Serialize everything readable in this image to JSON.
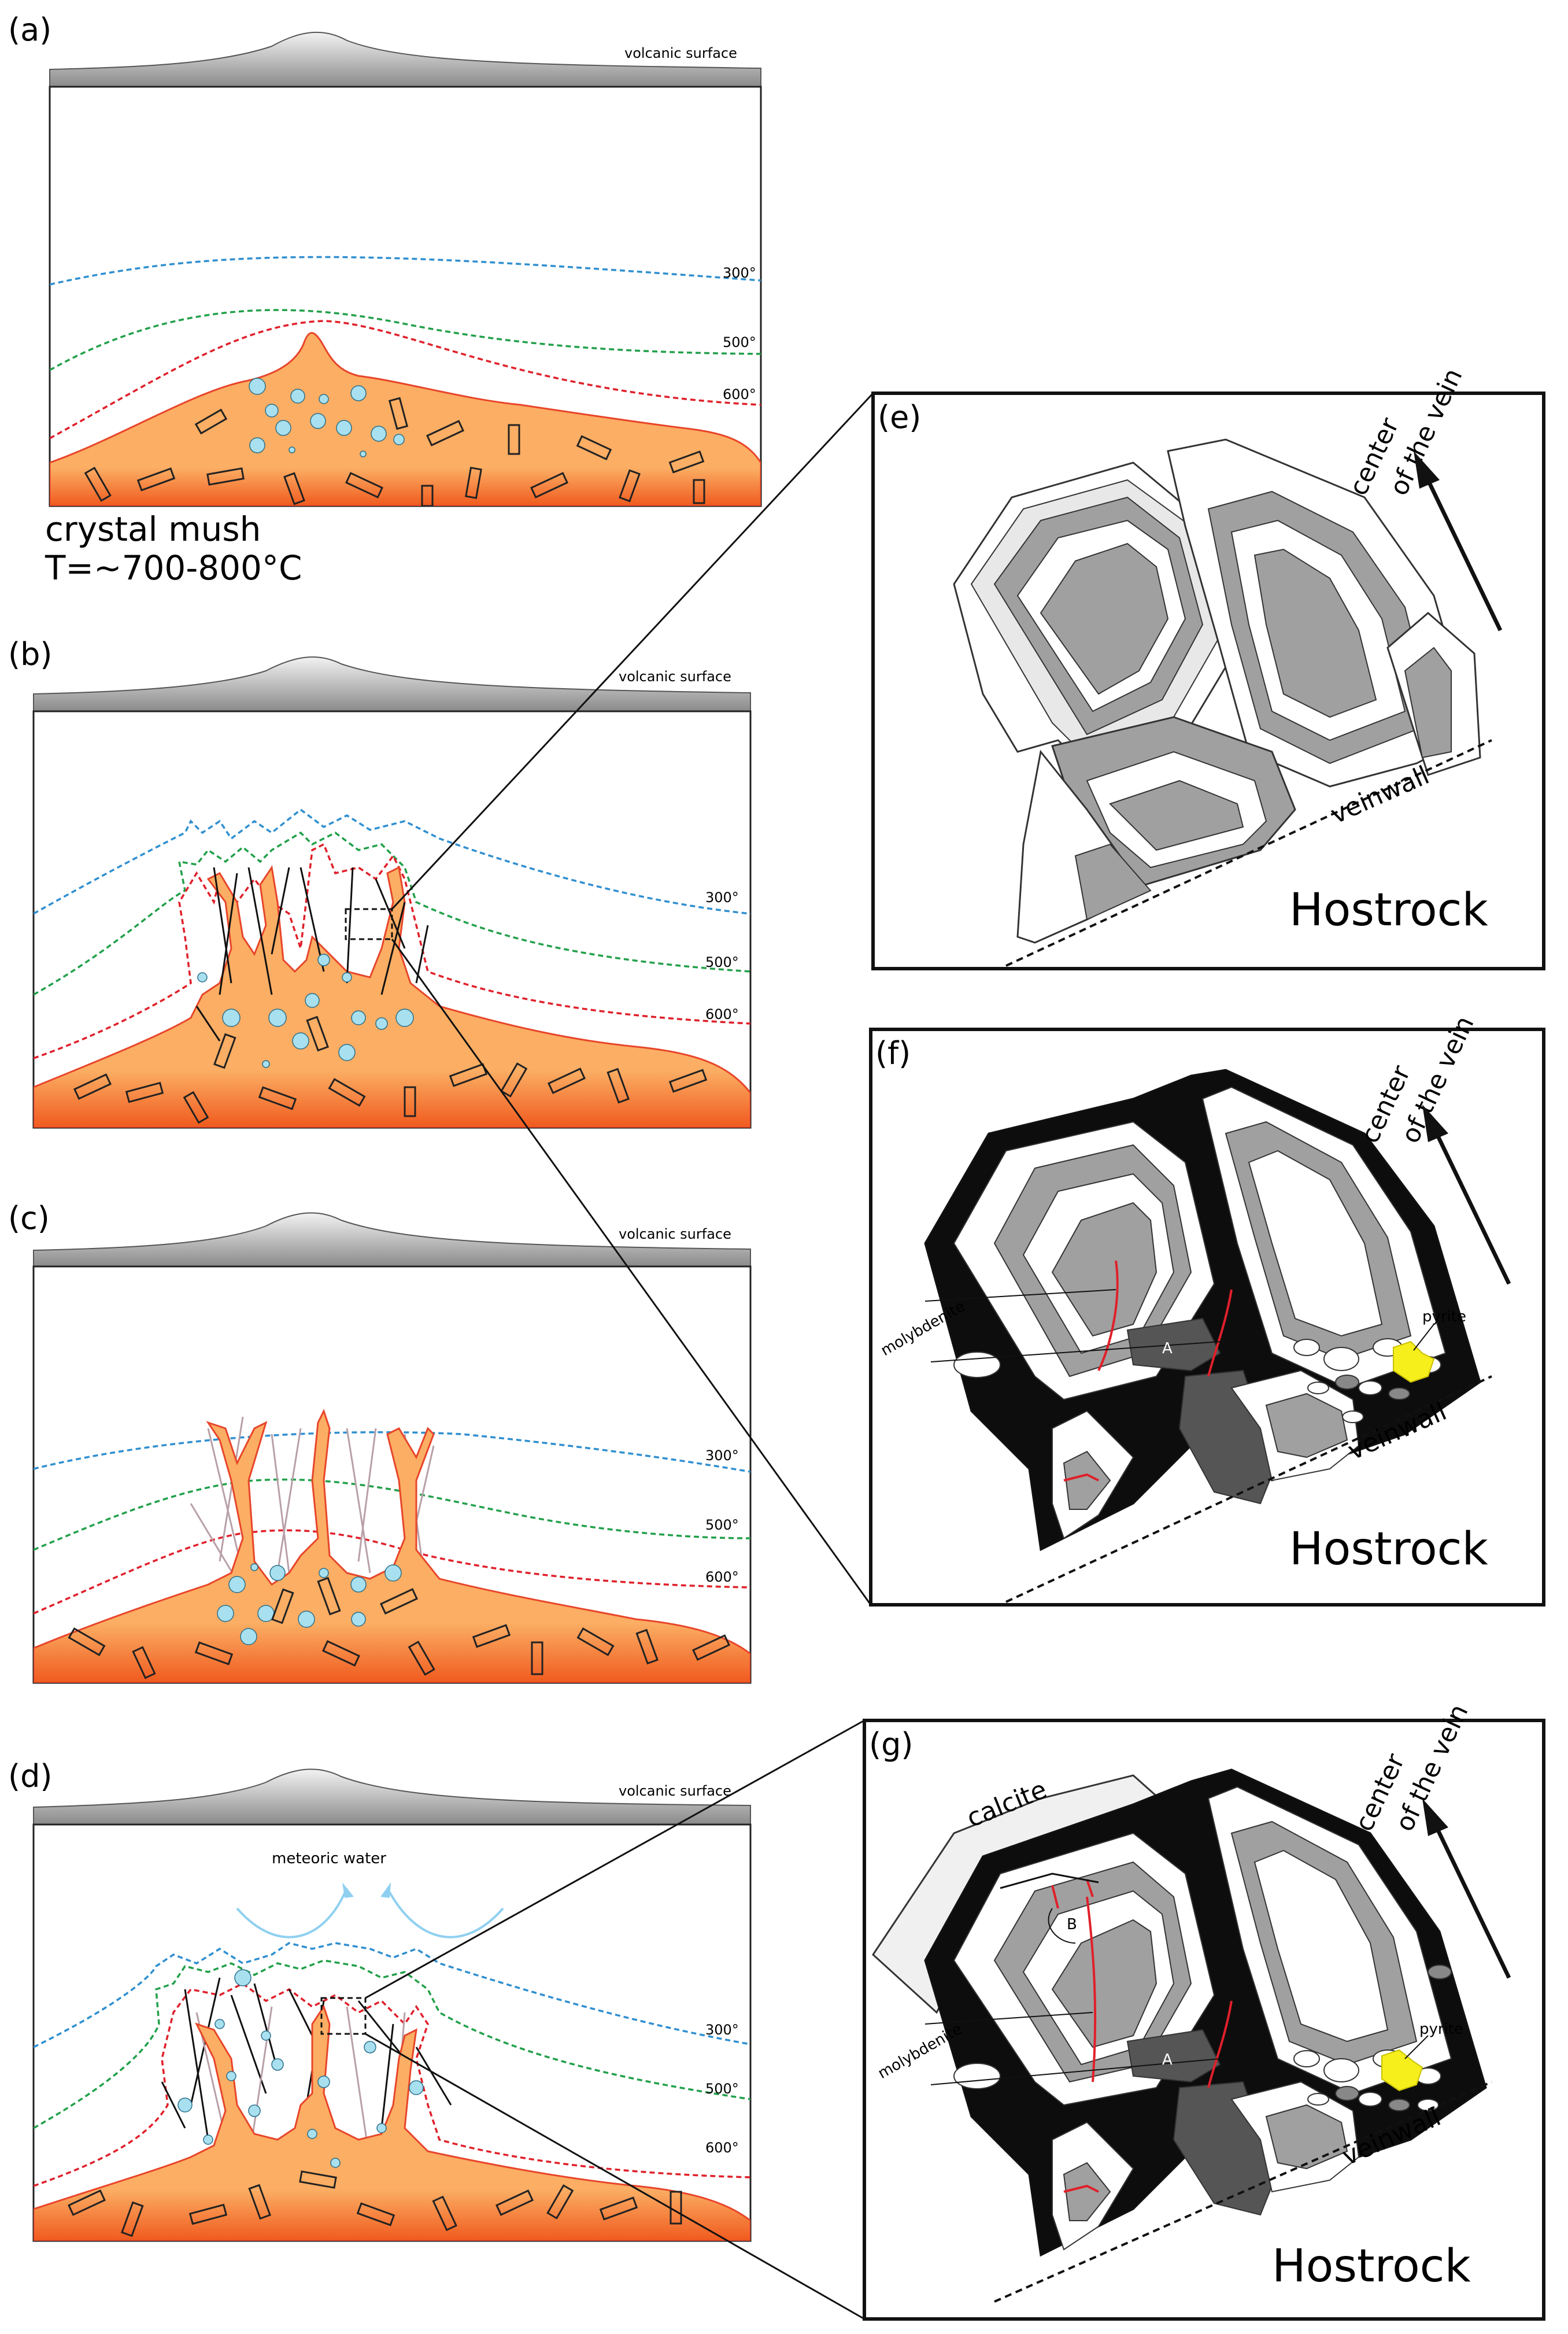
{
  "panels": {
    "a": {
      "label": "(a)",
      "surface": "volcanic surface",
      "iso_300": "300°",
      "iso_500": "500°",
      "iso_600": "600°",
      "mush_line1": "crystal mush",
      "mush_line2": "T=~700-800°C"
    },
    "b": {
      "label": "(b)",
      "surface": "volcanic surface",
      "iso_300": "300°",
      "iso_500": "500°",
      "iso_600": "600°"
    },
    "c": {
      "label": "(c)",
      "surface": "volcanic surface",
      "iso_300": "300°",
      "iso_500": "500°",
      "iso_600": "600°"
    },
    "d": {
      "label": "(d)",
      "surface": "volcanic surface",
      "iso_300": "300°",
      "iso_500": "500°",
      "iso_600": "600°",
      "meteoric": "meteoric water"
    },
    "e": {
      "label": "(e)",
      "center_1": "center",
      "center_2": "of the vein",
      "veinwall": "veinwall",
      "hostrock": "Hostrock"
    },
    "f": {
      "label": "(f)",
      "center_1": "center",
      "center_2": "of the vein",
      "veinwall": "veinwall",
      "hostrock": "Hostrock",
      "pyrite": "pyrite",
      "molybdenite": "molybdenite",
      "A": "A"
    },
    "g": {
      "label": "(g)",
      "center_1": "center",
      "center_2": "of the vein",
      "veinwall": "veinwall",
      "hostrock": "Hostrock",
      "pyrite": "pyrite",
      "molybdenite": "molybdenite",
      "A": "A",
      "B": "B",
      "calcite": "calcite"
    }
  },
  "colors": {
    "magma": "#FBAE64",
    "magma_edge": "#E8452A",
    "bubble": "#A8E0F0",
    "iso_300": "#2F8FD0",
    "iso_500": "#22A04A",
    "iso_600": "#E0202A",
    "pyrite": "#F6EF1C",
    "molybdenite_line": "#E0202A"
  }
}
